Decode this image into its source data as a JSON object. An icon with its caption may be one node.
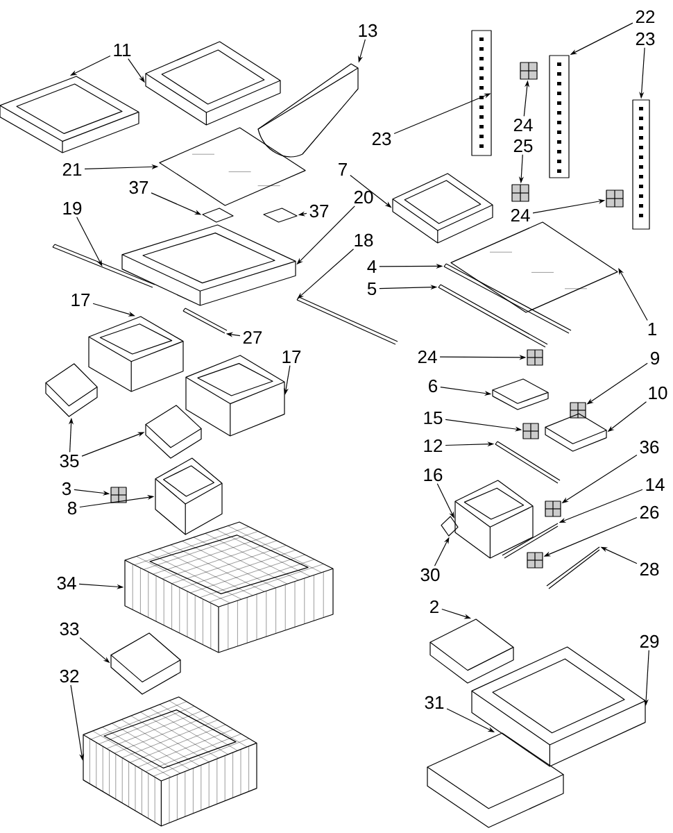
{
  "diagram": {
    "nodes": [
      {
        "text": [
          "11"
        ]
      },
      {
        "text": [
          "13"
        ]
      },
      {
        "text": [
          "22"
        ]
      },
      {
        "text": [
          "23"
        ]
      },
      {
        "text": [
          "23"
        ]
      },
      {
        "text": [
          "24"
        ]
      },
      {
        "text": [
          "25"
        ]
      },
      {
        "text": [
          "24"
        ]
      },
      {
        "text": [
          "7"
        ]
      },
      {
        "text": [
          "21"
        ]
      },
      {
        "text": [
          "37"
        ]
      },
      {
        "text": [
          "37"
        ]
      },
      {
        "text": [
          "20"
        ]
      },
      {
        "text": [
          "19"
        ]
      },
      {
        "text": [
          "18"
        ]
      },
      {
        "text": [
          "4"
        ]
      },
      {
        "text": [
          "5"
        ]
      },
      {
        "text": [
          "1"
        ]
      },
      {
        "text": [
          "17"
        ]
      },
      {
        "text": [
          "27"
        ]
      },
      {
        "text": [
          "17"
        ]
      },
      {
        "text": [
          "35"
        ]
      },
      {
        "text": [
          "3"
        ]
      },
      {
        "text": [
          "8"
        ]
      },
      {
        "text": [
          "34"
        ]
      },
      {
        "text": [
          "33"
        ]
      },
      {
        "text": [
          "32"
        ]
      },
      {
        "text": [
          "24"
        ]
      },
      {
        "text": [
          "6"
        ]
      },
      {
        "text": [
          "9"
        ]
      },
      {
        "text": [
          "10"
        ]
      },
      {
        "text": [
          "15"
        ]
      },
      {
        "text": [
          "12"
        ]
      },
      {
        "text": [
          "16"
        ]
      },
      {
        "text": [
          "36"
        ]
      },
      {
        "text": [
          "14"
        ]
      },
      {
        "text": [
          "26"
        ]
      },
      {
        "text": [
          "28"
        ]
      },
      {
        "text": [
          "30"
        ]
      },
      {
        "text": [
          "2"
        ]
      },
      {
        "text": [
          "29"
        ]
      },
      {
        "text": [
          "31"
        ]
      },
      {
        "text": [],
        "shape": "picture"
      },
      {
        "text": [],
        "shape": "picture"
      },
      {
        "text": [],
        "shape": "picture"
      },
      {
        "text": [],
        "shape": "picture"
      },
      {
        "text": [],
        "shape": "picture"
      },
      {
        "text": [],
        "shape": "picture"
      },
      {
        "text": [],
        "shape": "picture"
      },
      {
        "text": [],
        "shape": "picture"
      },
      {
        "text": [],
        "shape": "picture"
      },
      {
        "text": [],
        "shape": "picture"
      },
      {
        "text": [],
        "shape": "picture"
      },
      {
        "text": [],
        "shape": "picture"
      },
      {
        "text": [],
        "shape": "picture"
      },
      {
        "text": [],
        "shape": "picture"
      },
      {
        "text": [],
        "shape": "picture"
      },
      {
        "text": [],
        "shape": "picture"
      },
      {
        "text": [],
        "shape": "picture"
      },
      {
        "text": [],
        "shape": "picture"
      },
      {
        "text": [],
        "shape": "picture"
      },
      {
        "text": [],
        "shape": "picture"
      },
      {
        "text": [],
        "shape": "picture"
      },
      {
        "text": [],
        "shape": "picture"
      },
      {
        "text": [],
        "shape": "picture"
      },
      {
        "text": [],
        "shape": "picture"
      },
      {
        "text": [],
        "shape": "picture"
      },
      {
        "text": [],
        "shape": "picture"
      },
      {
        "text": [],
        "shape": "picture"
      },
      {
        "text": [],
        "shape": "picture"
      },
      {
        "text": [],
        "shape": "picture"
      },
      {
        "text": [],
        "shape": "picture"
      },
      {
        "text": [],
        "shape": "picture"
      },
      {
        "text": [],
        "shape": "picture"
      },
      {
        "text": [],
        "shape": "picture"
      },
      {
        "text": [],
        "shape": "picture"
      },
      {
        "text": [],
        "shape": "picture"
      },
      {
        "text": [],
        "shape": "picture"
      },
      {
        "text": [],
        "shape": "picture"
      },
      {
        "text": [],
        "shape": "picture"
      },
      {
        "text": [],
        "shape": "picture"
      },
      {
        "text": [],
        "shape": "picture"
      },
      {
        "text": [],
        "shape": "picture"
      },
      {
        "text": [],
        "shape": "picture"
      },
      {
        "text": [],
        "shape": "picture"
      },
      {
        "text": [],
        "shape": "picture"
      }
    ],
    "edges": [
      {
        "from": 0,
        "to": 42,
        "arrow": "to"
      },
      {
        "from": 0,
        "to": 43,
        "arrow": "to"
      },
      {
        "from": 1,
        "to": 44,
        "arrow": "to"
      },
      {
        "from": 2,
        "to": 45,
        "arrow": "to"
      },
      {
        "from": 3,
        "to": 46,
        "arrow": "to"
      },
      {
        "from": 4,
        "to": 47,
        "arrow": "to"
      },
      {
        "from": 5,
        "to": 48,
        "arrow": "to"
      },
      {
        "from": 6,
        "to": 49,
        "arrow": "to"
      },
      {
        "from": 7,
        "to": 50,
        "arrow": "to"
      },
      {
        "from": 8,
        "to": 51,
        "arrow": "to"
      },
      {
        "from": 9,
        "to": 52,
        "arrow": "to"
      },
      {
        "from": 10,
        "to": 53,
        "arrow": "to"
      },
      {
        "from": 11,
        "to": 54,
        "arrow": "to"
      },
      {
        "from": 12,
        "to": 55,
        "arrow": "to"
      },
      {
        "from": 13,
        "to": 56,
        "arrow": "to"
      },
      {
        "from": 14,
        "to": 57,
        "arrow": "to"
      },
      {
        "from": 15,
        "to": 58,
        "arrow": "to"
      },
      {
        "from": 16,
        "to": 59,
        "arrow": "to"
      },
      {
        "from": 17,
        "to": 60,
        "arrow": "to"
      },
      {
        "from": 18,
        "to": 61,
        "arrow": "to"
      },
      {
        "from": 19,
        "to": 62,
        "arrow": "to"
      },
      {
        "from": 20,
        "to": 63,
        "arrow": "to"
      },
      {
        "from": 21,
        "to": 64,
        "arrow": "to"
      },
      {
        "from": 21,
        "to": 65,
        "arrow": "to"
      },
      {
        "from": 22,
        "to": 66,
        "arrow": "to"
      },
      {
        "from": 23,
        "to": 67,
        "arrow": "to"
      },
      {
        "from": 24,
        "to": 68,
        "arrow": "to"
      },
      {
        "from": 25,
        "to": 69,
        "arrow": "to"
      },
      {
        "from": 26,
        "to": 70,
        "arrow": "to"
      },
      {
        "from": 27,
        "to": 71,
        "arrow": "to"
      },
      {
        "from": 28,
        "to": 72,
        "arrow": "to"
      },
      {
        "from": 29,
        "to": 73,
        "arrow": "to"
      },
      {
        "from": 30,
        "to": 74,
        "arrow": "to"
      },
      {
        "from": 31,
        "to": 75,
        "arrow": "to"
      },
      {
        "from": 32,
        "to": 76,
        "arrow": "to"
      },
      {
        "from": 33,
        "to": 77,
        "arrow": "to"
      },
      {
        "from": 34,
        "to": 78,
        "arrow": "to"
      },
      {
        "from": 35,
        "to": 79,
        "arrow": "to"
      },
      {
        "from": 36,
        "to": 80,
        "arrow": "to"
      },
      {
        "from": 37,
        "to": 81,
        "arrow": "to"
      },
      {
        "from": 38,
        "to": 82,
        "arrow": "to"
      },
      {
        "from": 39,
        "to": 83,
        "arrow": "to"
      },
      {
        "from": 40,
        "to": 84,
        "arrow": "to"
      },
      {
        "from": 41,
        "to": 85,
        "arrow": "to"
      }
    ]
  }
}
